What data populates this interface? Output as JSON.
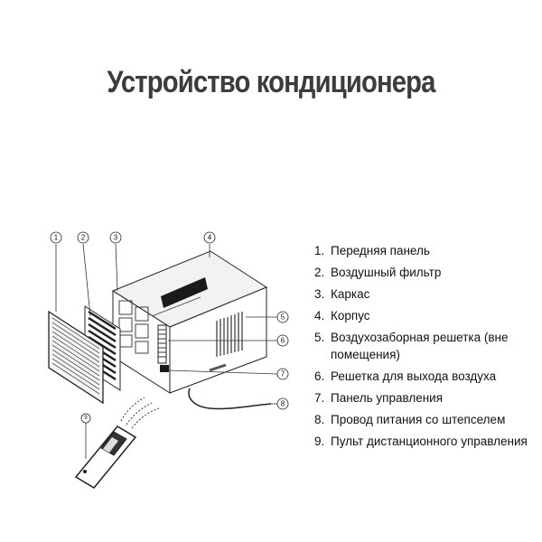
{
  "title": "Устройство кондиционера",
  "callouts": [
    "1",
    "2",
    "3",
    "4",
    "5",
    "6",
    "7",
    "8",
    "9"
  ],
  "legend": [
    {
      "num": "1.",
      "text": "Передняя панель"
    },
    {
      "num": "2.",
      "text": "Воздушный фильтр"
    },
    {
      "num": "3.",
      "text": "Каркас"
    },
    {
      "num": "4.",
      "text": "Корпус"
    },
    {
      "num": "5.",
      "text": "Воздухозаборная решетка (вне помещения)"
    },
    {
      "num": "6.",
      "text": "Решетка для выхода воздуха"
    },
    {
      "num": "7.",
      "text": "Панель управления"
    },
    {
      "num": "8.",
      "text": "Провод питания со штепселем"
    },
    {
      "num": "9.",
      "text": "Пульт дистанционного управления"
    }
  ]
}
